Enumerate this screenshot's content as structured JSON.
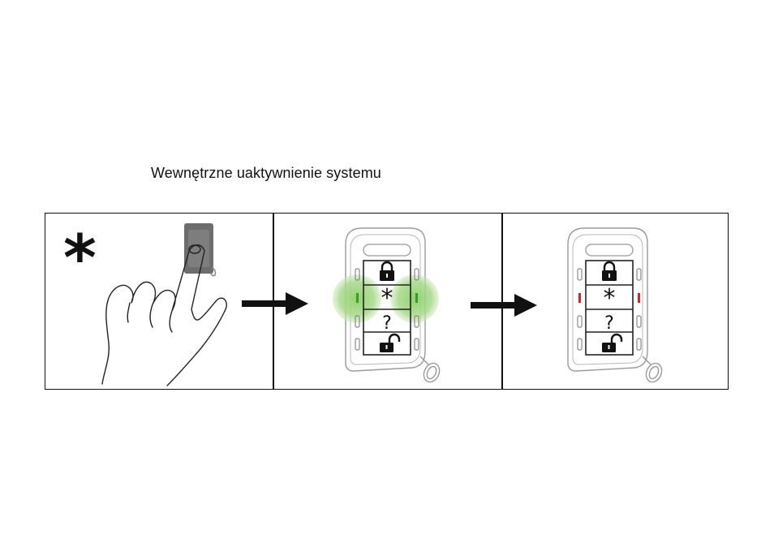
{
  "title": "Wewnętrzne uaktywnienie systemu",
  "steps": [
    {
      "action": "press-star-button",
      "star_glyph": "*"
    },
    {
      "state": "leds-green-blink",
      "led_color": "#3a9d23",
      "glow_color": "#8fcf6a",
      "keys": [
        "lock",
        "*",
        "?",
        "unlock"
      ]
    },
    {
      "state": "leds-red-on",
      "led_color": "#d6232a",
      "keys": [
        "lock",
        "*",
        "?",
        "unlock"
      ]
    }
  ],
  "colors": {
    "line": "#111111",
    "device_outline": "#9a9a9a",
    "button_face": "#6d6d6d"
  }
}
